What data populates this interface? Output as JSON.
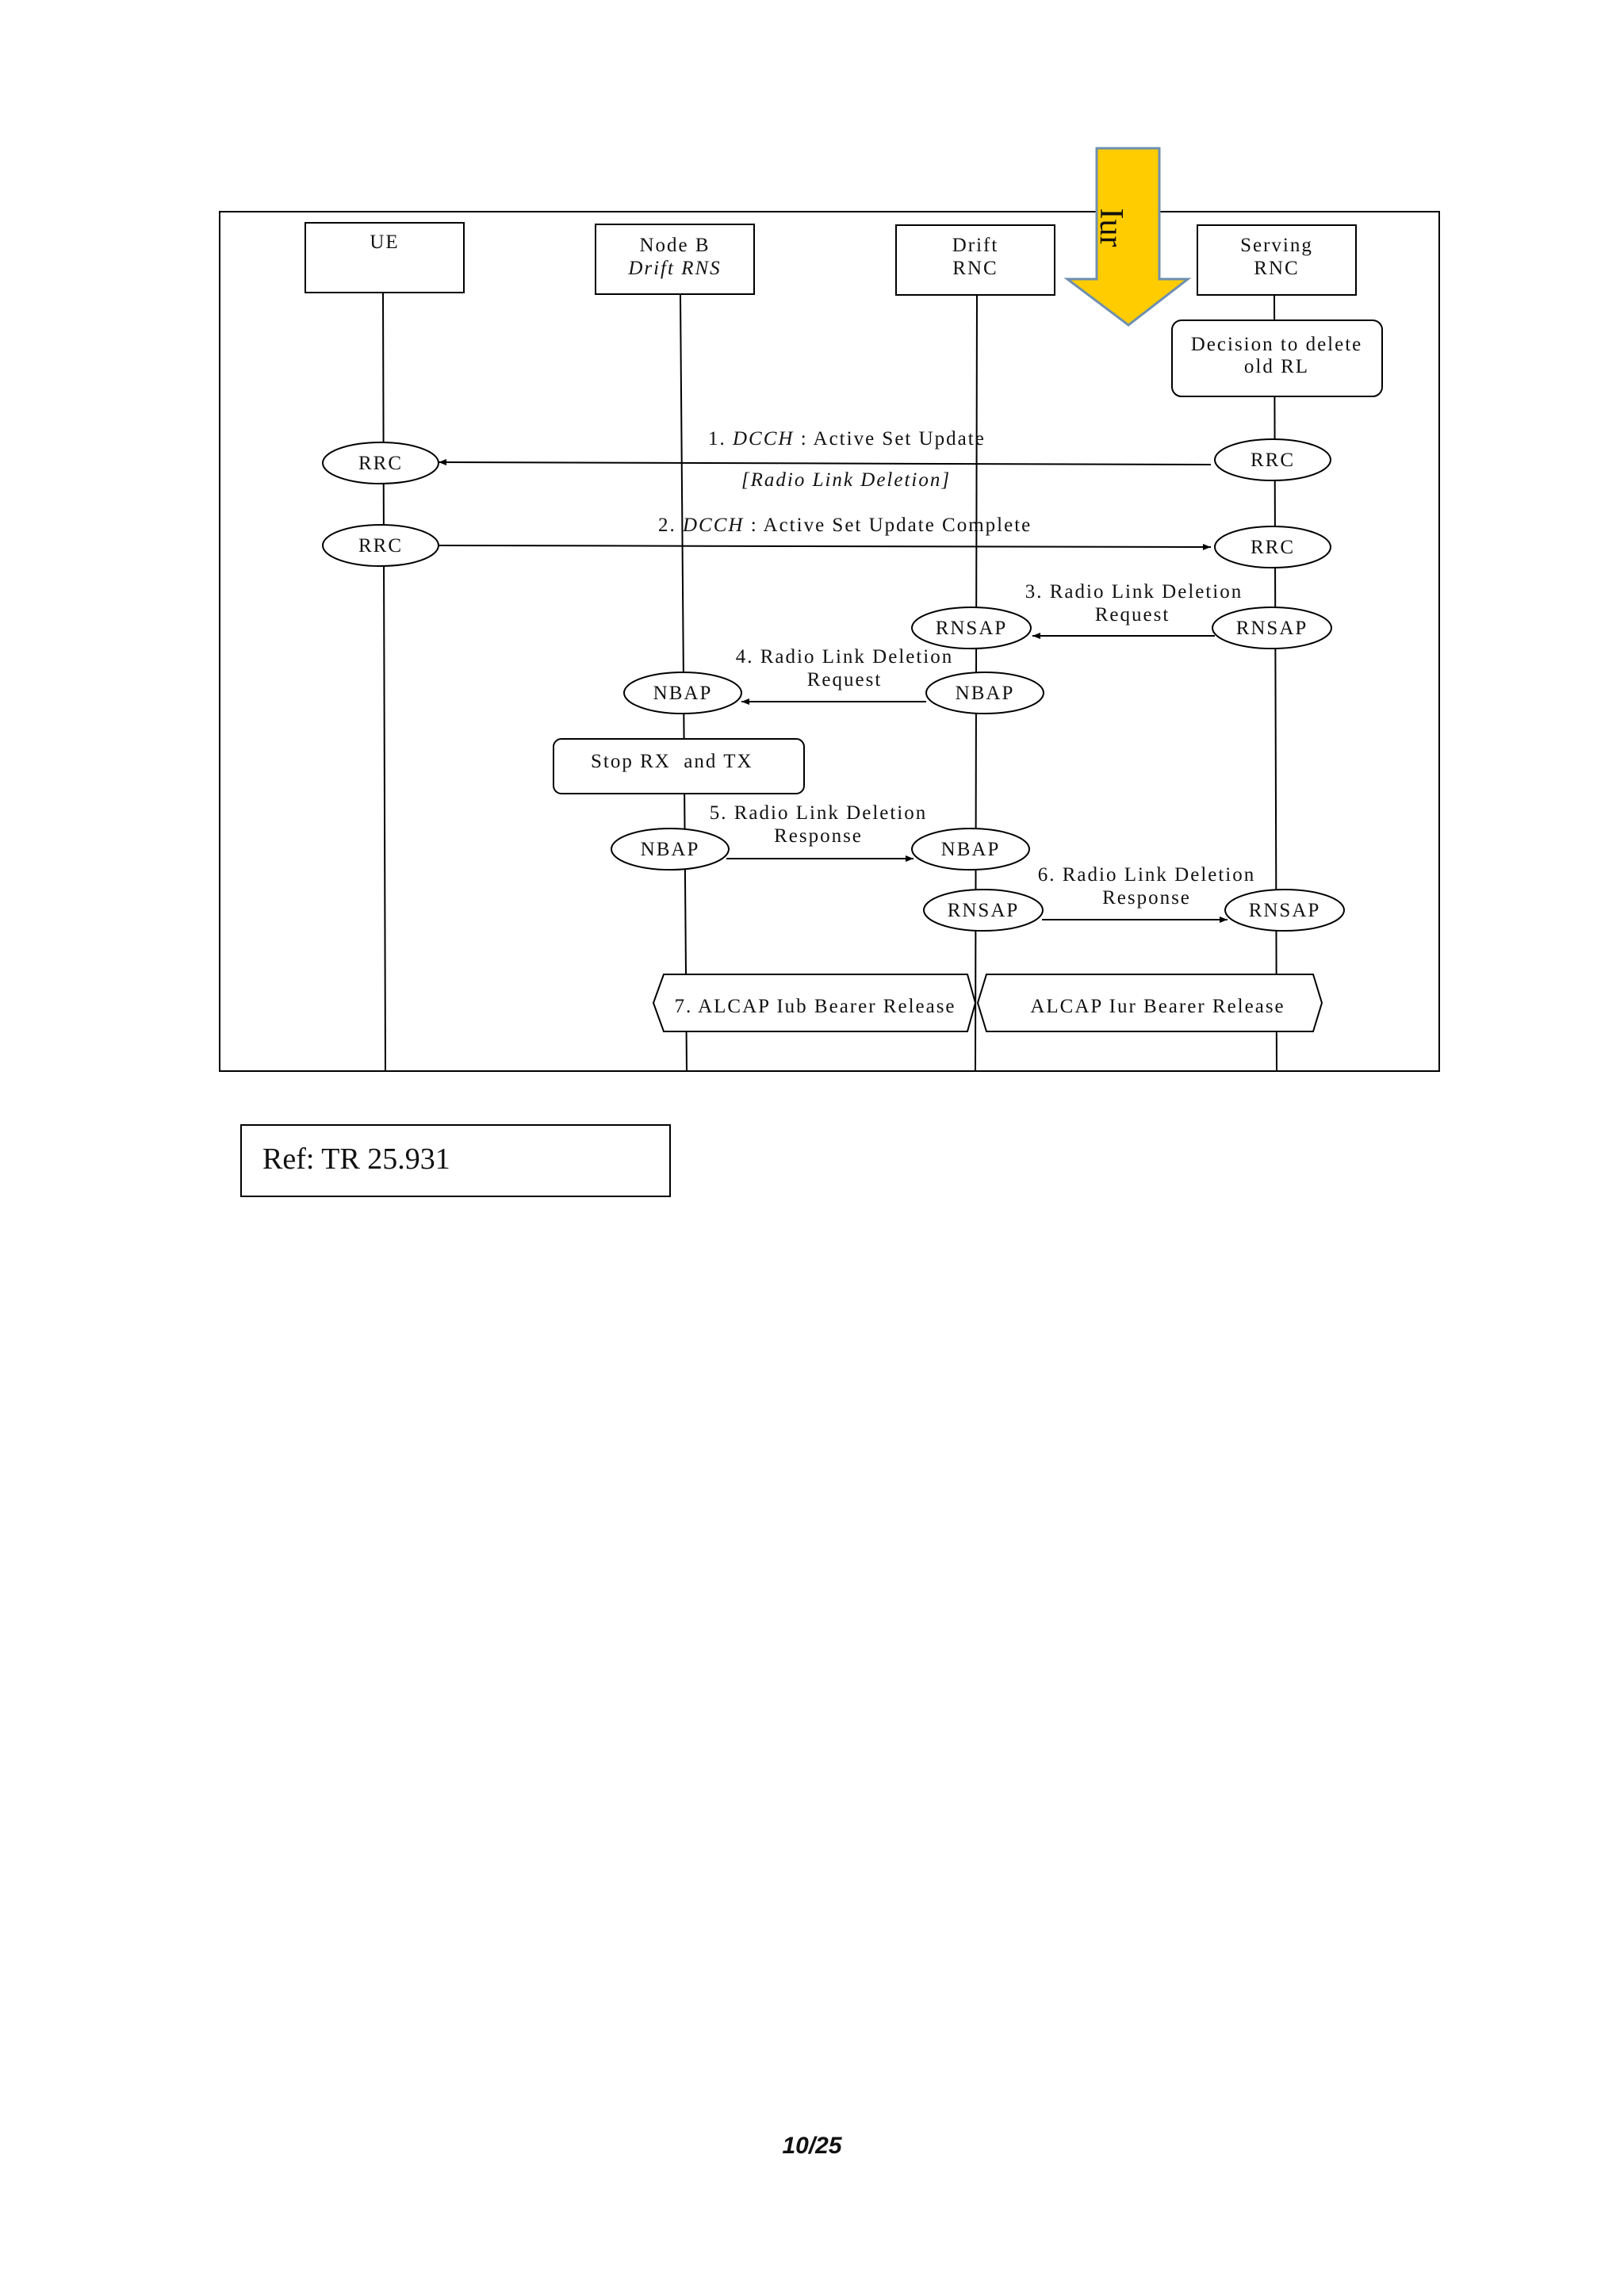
{
  "diagram": {
    "entities": {
      "ue": "UE",
      "nodeb": {
        "line1": "Node B",
        "line2": "Drift RNS"
      },
      "drift": {
        "line1": "Drift",
        "line2": "RNC"
      },
      "serving": {
        "line1": "Serving",
        "line2": "RNC"
      }
    },
    "iur_arrow": {
      "label": "Iur",
      "color": "#FFCC00",
      "border": "#6E8FB0"
    },
    "decision": {
      "line1": "Decision to delete",
      "line2": "old RL"
    },
    "protocols": {
      "rrc": "RRC",
      "rnsap": "RNSAP",
      "nbap": "NBAP"
    },
    "messages": {
      "m1": {
        "num": "1. ",
        "channel": "DCCH",
        "rest": " : Active Set Update",
        "sub": "[Radio Link Deletion]"
      },
      "m2": {
        "num": "2. ",
        "channel": "DCCH",
        "rest": " : Active Set Update Complete"
      },
      "m3": {
        "line1": "3. Radio Link Deletion",
        "line2": "Request"
      },
      "m4": {
        "line1": "4. Radio Link Deletion",
        "line2": "Request"
      },
      "m5": {
        "line1": "5. Radio Link Deletion",
        "line2": "Response"
      },
      "m6": {
        "line1": "6. Radio Link Deletion",
        "line2": "Response"
      }
    },
    "stop_box": "Stop RX  and TX",
    "alcap": {
      "iub": "7. ALCAP Iub Bearer Release",
      "iur": "ALCAP Iur Bearer Release"
    }
  },
  "reference": "Ref: TR 25.931",
  "page_number": "10/25"
}
